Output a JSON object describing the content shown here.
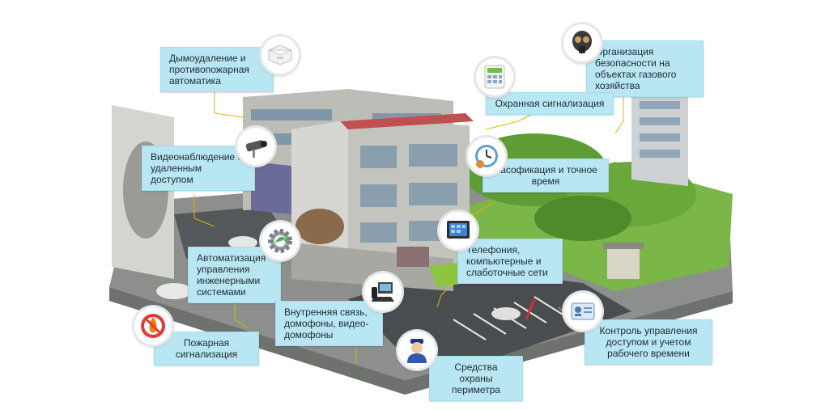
{
  "labels": [
    {
      "id": "smoke",
      "text": "Дымоудаление и противопожарная автоматика",
      "icon": "smoke-detector-icon"
    },
    {
      "id": "gas",
      "text": "Организация безопасности на объектах газового хозяйства",
      "icon": "gas-mask-icon"
    },
    {
      "id": "alarm",
      "text": "Охранная сигнализация",
      "icon": "alarm-keypad-icon"
    },
    {
      "id": "video",
      "text": "Видеонаблюдение с удаленным доступом",
      "icon": "cctv-camera-icon"
    },
    {
      "id": "clock",
      "text": "Часофикация и точное время",
      "icon": "clock-icon"
    },
    {
      "id": "tele",
      "text": "Телефония, компьютерные и слаботочные сети",
      "icon": "touch-panel-icon"
    },
    {
      "id": "auto",
      "text": "Автоматизация управления инженерными системами",
      "icon": "gear-icon"
    },
    {
      "id": "intercom",
      "text": "Внутренняя связь, домофоны, видео-домофоны",
      "icon": "ip-phone-icon"
    },
    {
      "id": "access",
      "text": "Контроль управления доступом и учетом рабочего времени",
      "icon": "id-card-icon"
    },
    {
      "id": "fire",
      "text": "Пожарная сигнализация",
      "icon": "fire-icon"
    },
    {
      "id": "perimeter",
      "text": "Средства охраны периметра",
      "icon": "security-guard-icon"
    }
  ],
  "colors": {
    "label_bg": "#b8e6f2",
    "connector": "#e0b400",
    "building": "#c9c9c5",
    "grass": "#7ab648",
    "asphalt": "#4a4d50"
  }
}
